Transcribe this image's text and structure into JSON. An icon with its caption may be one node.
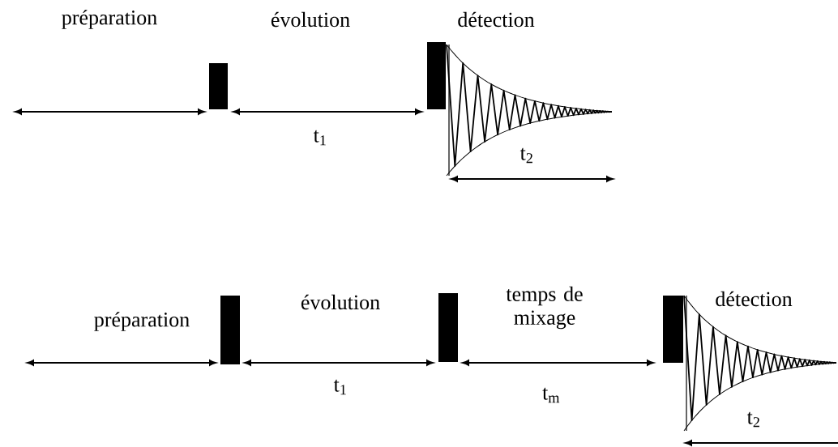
{
  "diagram": {
    "nodes": [
      {
        "text": [],
        "shape": "bar"
      },
      {
        "text": [],
        "shape": "bar"
      },
      {
        "text": [],
        "shape": "bar"
      },
      {
        "text": [],
        "shape": "bar"
      },
      {
        "text": [],
        "shape": "bar"
      }
    ],
    "labels": [
      "préparation",
      "évolution",
      "détection",
      "t$_{1}$",
      "t$_{2}$",
      "préparation",
      "évolution",
      "temps de mixage",
      "détection",
      "t$_{1}$",
      "t$_{m}$",
      "t$_{2}$"
    ]
  }
}
